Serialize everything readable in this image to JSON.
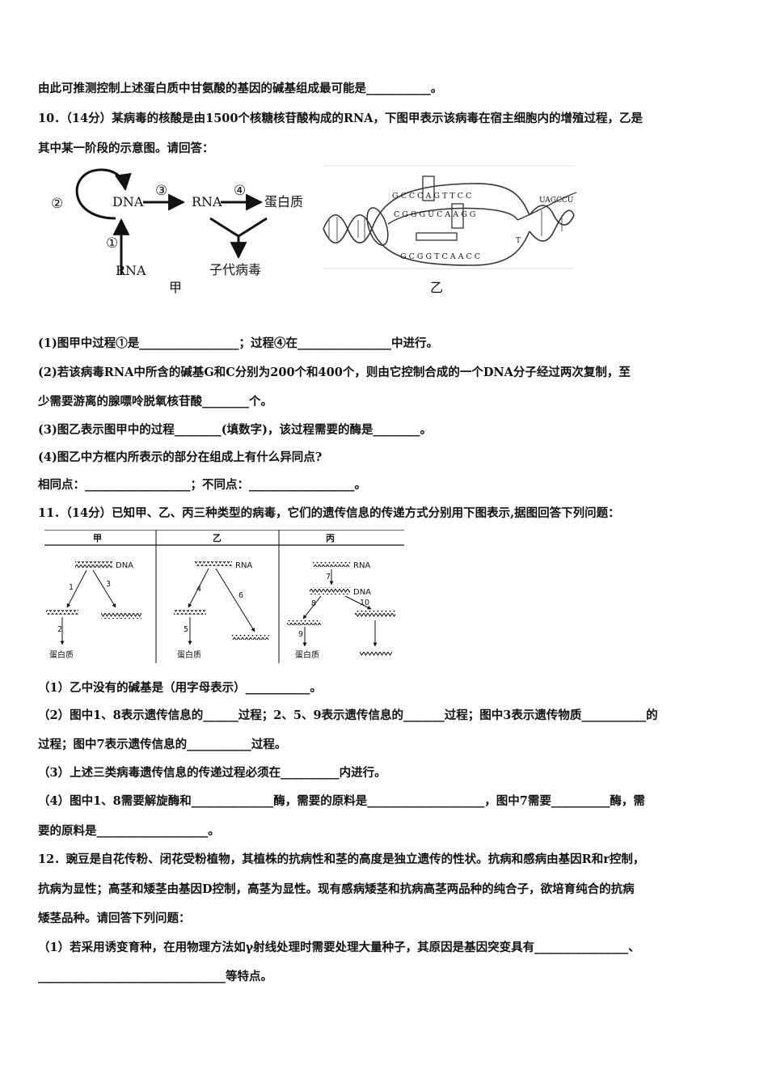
{
  "lines": {
    "l01": "由此可推测控制上述蛋白质中甘氨酸的基因的碱基组成最可能是___________。",
    "l02": "10．（14分）某病毒的核酸是由1500个核糖核苷酸构成的RNA，下图甲表示该病毒在宿主细胞内的增殖过程，乙是",
    "l03": "其中某一阶段的示意图。请回答：",
    "l04": "(1)图甲中过程①是_________________；过程④在________________中进行。",
    "l05": "(2)若该病毒RNA中所含的碱基G和C分别为200个和400个，则由它控制合成的一个DNA分子经过两次复制，至",
    "l06": "少需要游离的腺嘌呤脱氧核苷酸________个。",
    "l07": "(3)图乙表示图甲中的过程________(填数字)，该过程需要的酶是________。",
    "l08": "(4)图乙中方框内所表示的部分在组成上有什么异同点?",
    "l09": "相同点：__________________；不同点：__________________。",
    "l10": "11．（14分）已知甲、乙、丙三种类型的病毒，它们的遗传信息的传递方式分别用下图表示,据图回答下列问题：",
    "l11": "（1）乙中没有的碱基是（用字母表示）___________。",
    "l12": "（2）图中1、8表示遗传信息的______过程；2、5、9表示遗传信息的_______过程；图中3表示遗传物质___________的",
    "l13": "过程；图中7表示遗传信息的___________过程。",
    "l14": "（3）上述三类病毒遗传信息的传递过程必须在__________内进行。",
    "l15": "（4）图中1、8需要解旋酶和______________酶，需要的原料是____________________，图中7需要__________酶，需",
    "l16": "要的原料是___________________。",
    "l17": "12．豌豆是自花传粉、闭花受粉植物，其植株的抗病性和茎的高度是独立遗传的性状。抗病和感病由基因R和r控制，",
    "l18": "抗病为显性；高茎和矮茎由基因D控制，高茎为显性。现有感病矮茎和抗病高茎两品种的纯合子，欲培育纯合的抗病",
    "l19": "矮茎品种。请回答下列问题：",
    "l20": "（1）若采用诱变育种，在用物理方法如γ射线处理时需要处理大量种子，其原因是基因突变具有________________、",
    "l21": "________________________________等特点。"
  },
  "fig1": {
    "jia": {
      "dna": "DNA",
      "rna": "RNA",
      "protein": "蛋白质",
      "rna_bottom": "RNA",
      "progeny": "子代病毒",
      "caption": "甲",
      "p1": "①",
      "p2": "②",
      "p3": "③",
      "p4": "④"
    },
    "yi": {
      "caption": "乙",
      "top_strand": "G C C C A G T T C C",
      "mid_strand": "C G G G U C A A G G",
      "bottom_strand": "G C G G T C A A C C",
      "tail": "UAGCCU",
      "box1": "C",
      "box2": "C",
      "t_label": "T"
    }
  },
  "fig2": {
    "headers": [
      "甲",
      "乙",
      "丙"
    ],
    "jia": {
      "dna": "DNA",
      "n1": "1",
      "n2": "2",
      "n3": "3",
      "protein": "蛋白质"
    },
    "yi": {
      "rna": "RNA",
      "n4": "4",
      "n5": "5",
      "n6": "6",
      "protein": "蛋白质"
    },
    "bing": {
      "rna": "RNA",
      "dna": "DNA",
      "n7": "7",
      "n8": "8",
      "n9": "9",
      "n10": "10",
      "protein": "蛋白质"
    }
  }
}
